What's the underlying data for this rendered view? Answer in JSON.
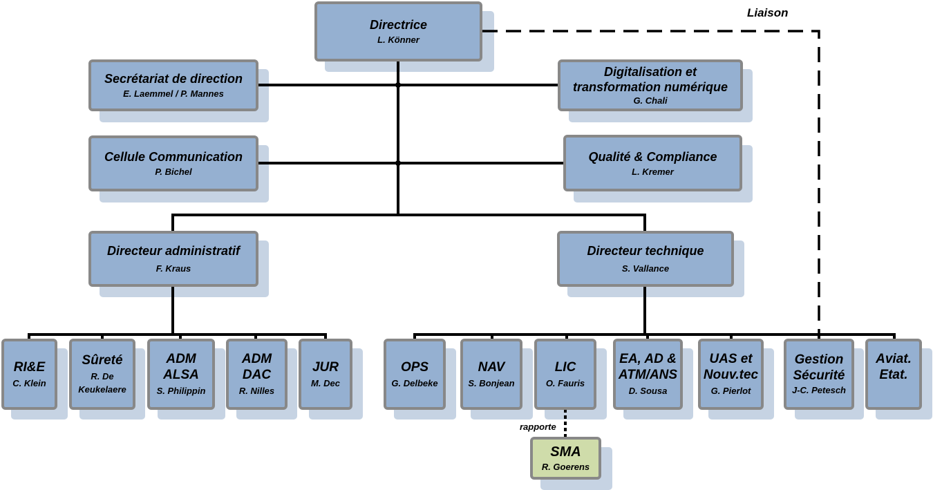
{
  "chart_title": "Organigramme",
  "top": {
    "title": "Directrice",
    "name": "L. Könner"
  },
  "staff_left": [
    {
      "title": "Secrétariat de direction",
      "name": "E. Laemmel / P. Mannes"
    },
    {
      "title": "Cellule Communication",
      "name": "P. Bichel"
    }
  ],
  "staff_right": [
    {
      "title_line1": "Digitalisation et",
      "title_line2": "transformation numérique",
      "name": "G. Chali"
    },
    {
      "title": "Qualité & Compliance",
      "name": "L. Kremer"
    }
  ],
  "directors": [
    {
      "title": "Directeur administratif",
      "name": "F. Kraus"
    },
    {
      "title": "Directeur technique",
      "name": "S. Vallance"
    }
  ],
  "admin_units": [
    {
      "title_line1": "RI&E",
      "title_line2": "",
      "name_line1": "C. Klein",
      "name_line2": ""
    },
    {
      "title_line1": "Sûreté",
      "title_line2": "",
      "name_line1": "R. De",
      "name_line2": "Keukelaere"
    },
    {
      "title_line1": "ADM",
      "title_line2": "ALSA",
      "name_line1": "S. Philippin",
      "name_line2": ""
    },
    {
      "title_line1": "ADM",
      "title_line2": "DAC",
      "name_line1": "R. Nilles",
      "name_line2": ""
    },
    {
      "title_line1": "JUR",
      "title_line2": "",
      "name_line1": "M. Dec",
      "name_line2": ""
    }
  ],
  "tech_units": [
    {
      "title_line1": "OPS",
      "title_line2": "",
      "name": "G. Delbeke"
    },
    {
      "title_line1": "NAV",
      "title_line2": "",
      "name": "S. Bonjean"
    },
    {
      "title_line1": "LIC",
      "title_line2": "",
      "name": "O. Fauris"
    },
    {
      "title_line1": "EA, AD &",
      "title_line2": "ATM/ANS",
      "name": "D. Sousa"
    },
    {
      "title_line1": "UAS et",
      "title_line2": "Nouv.tec",
      "name": "G. Pierlot"
    },
    {
      "title_line1": "Gestion",
      "title_line2": "Sécurité",
      "name": "J-C. Petesch"
    },
    {
      "title_line1": "Aviat.",
      "title_line2": "Etat.",
      "name": ""
    }
  ],
  "sma": {
    "title": "SMA",
    "name": "R. Goerens"
  },
  "labels": {
    "liaison": "Liaison",
    "rapporte": "rapporte"
  },
  "colors": {
    "box_fill": "#95b0d1",
    "box_border": "#888888",
    "shadow": "#c6d3e3",
    "sma_fill": "#cfdcaa",
    "connector": "#000000"
  }
}
